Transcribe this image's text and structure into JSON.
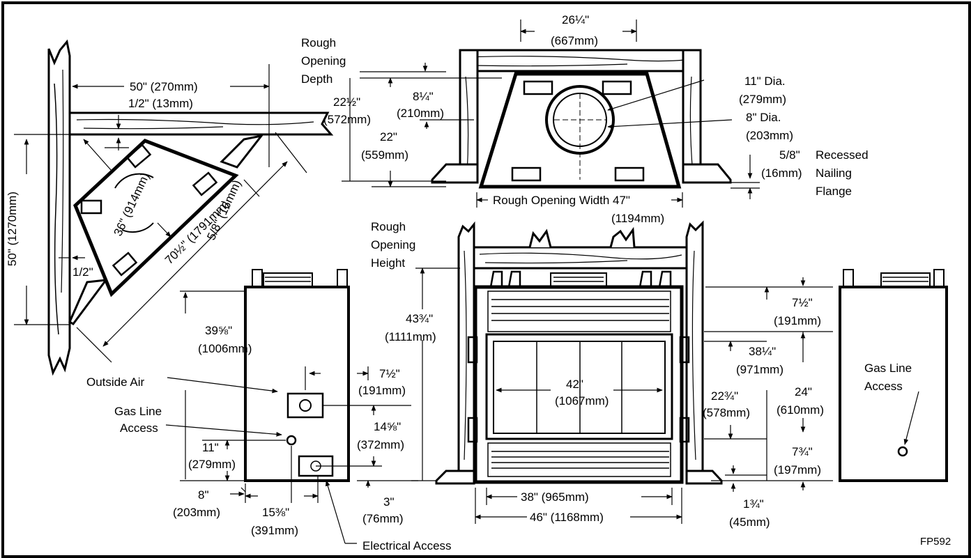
{
  "labels": {
    "l_26_25": "26¼\"",
    "l_667mm": "(667mm)",
    "l_rough": "Rough",
    "l_opening": "Opening",
    "l_depth": "Depth",
    "l_50_top": "50\" (270mm)",
    "l_half_13": "1/2\" (13mm)",
    "l_22_5": "22½\"",
    "l_572mm": "(572mm)",
    "l_8_25": "8¼\"",
    "l_210mm": "(210mm)",
    "l_22": "22\"",
    "l_559mm": "(559mm)",
    "l_11dia": "11\" Dia.",
    "l_279mm_a": "(279mm)",
    "l_8dia": "8\" Dia.",
    "l_203mm_a": "(203mm)",
    "l_58_r": "5/8\"",
    "l_16mm_r": "(16mm)",
    "l_recessed": "Recessed",
    "l_nailing": "Nailing",
    "l_flange": "Flange",
    "l_row47": "Rough Opening Width 47\"",
    "l_1194mm": "(1194mm)",
    "l_50_side": "50\" (1270mm)",
    "l_36": "36\" (914mm)",
    "l_58_diag": "5/8\" (16mm)",
    "l_70": "70½\" (1791mm)",
    "l_half": "1/2\"",
    "l_rough2": "Rough",
    "l_opening2": "Opening",
    "l_height": "Height",
    "l_39": "39⅝\"",
    "l_1006mm": "(1006mm)",
    "l_outside_air": "Outside Air",
    "l_7_5a": "7½\"",
    "l_191mm_a": "(191mm)",
    "l_gas_line": "Gas Line",
    "l_access": "Access",
    "l_11": "11\"",
    "l_279mm_b": "(279mm)",
    "l_14": "14⅝\"",
    "l_372mm": "(372mm)",
    "l_8": "8\"",
    "l_203mm_b": "(203mm)",
    "l_15": "15⅜\"",
    "l_391mm": "(391mm)",
    "l_3": "3\"",
    "l_76mm": "(76mm)",
    "l_elec": "Electrical Access",
    "l_43": "43¾\"",
    "l_1111mm": "(1111mm)",
    "l_42": "42\"",
    "l_1067mm": "(1067mm)",
    "l_38": "38\" (965mm)",
    "l_46": "46\" (1168mm)",
    "l_7_5b": "7½\"",
    "l_191mm_b": "(191mm)",
    "l_38_25": "38¼\"",
    "l_971mm": "(971mm)",
    "l_22_75": "22¾\"",
    "l_578mm": "(578mm)",
    "l_24": "24\"",
    "l_610mm": "(610mm)",
    "l_7_75": "7¾\"",
    "l_197mm": "(197mm)",
    "l_1_75": "1¾\"",
    "l_45mm": "(45mm)",
    "l_gas2": "Gas Line",
    "l_access2": "Access",
    "l_fp": "FP592"
  }
}
